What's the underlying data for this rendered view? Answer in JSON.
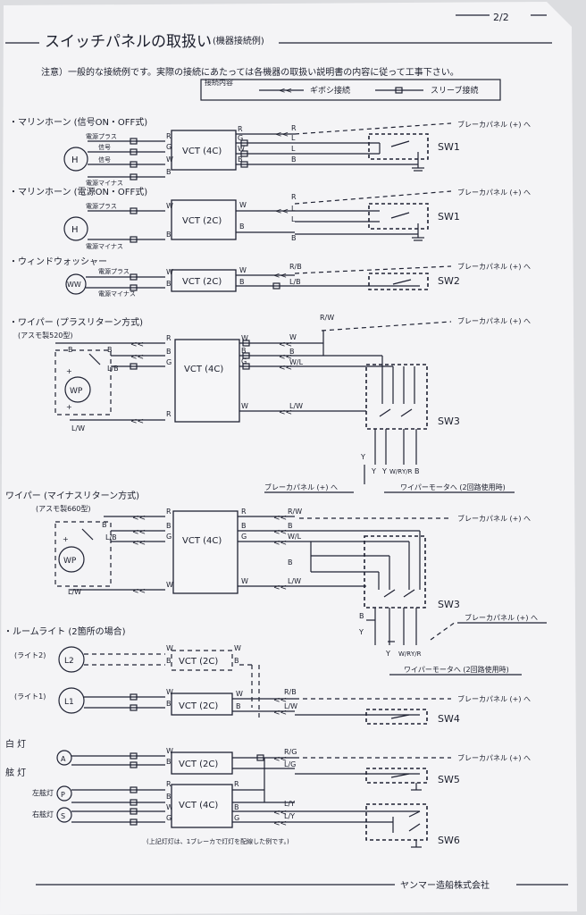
{
  "header": {
    "page_number": "2/2",
    "title": "スイッチパネルの取扱い",
    "subtitle": "(機器接続例)",
    "note": "注意）一般的な接続例です。実際の接続にあたっては各機器の取扱い説明書の内容に従って工事下さい。"
  },
  "legend": {
    "title": "接続内容",
    "gibosi_label": "ギボシ接続",
    "sleeve_label": "スリーブ接続"
  },
  "common": {
    "breaker": "ブレーカパネル (+) へ",
    "vct4": "VCT (4C)",
    "vct2": "VCT (2C)"
  },
  "sections": {
    "horn1": {
      "title": "・マリンホーン (信号ON・OFF式)",
      "dev": "H",
      "labels": [
        "電源プラス",
        "信号",
        "信号",
        "電源マイナス"
      ],
      "sw": "SW1"
    },
    "horn2": {
      "title": "・マリンホーン (電源ON・OFF式)",
      "dev": "H",
      "labels": [
        "電源プラス",
        "電源マイナス"
      ],
      "sw": "SW1"
    },
    "washer": {
      "title": "・ウィンドウォッシャー",
      "dev": "WW",
      "labels": [
        "電源プラス",
        "電源マイナス"
      ],
      "sw": "SW2"
    },
    "wiper1": {
      "title": "・ワイパー (プラスリターン方式)",
      "model": "(アスモ製520型)",
      "dev": "WP",
      "sw": "SW3",
      "motor": "ワイパーモータへ (2回路使用時)",
      "breaker2": "ブレーカパネル (+) へ"
    },
    "wiper2": {
      "title": "ワイパー (マイナスリターン方式)",
      "model": "(アスモ製660型)",
      "dev": "WP",
      "sw": "SW3",
      "motor": "ワイパーモータへ (2回路使用時)",
      "breaker2": "ブレーカパネル (+) へ"
    },
    "room": {
      "title": "・ルームライト (2箇所の場合)",
      "light2": "(ライト2)",
      "light1": "(ライト1)",
      "dev2": "L2",
      "dev1": "L1",
      "sw": "SW4"
    },
    "white": {
      "title": "白  灯",
      "dev": "A",
      "sw": "SW5"
    },
    "nav": {
      "title": "舷  灯",
      "left": "左舷灯",
      "right": "右舷灯",
      "dev_left": "P",
      "dev_right": "S",
      "sw": "SW6",
      "note": "(上記灯灯は、1ブレーカで灯灯を配線した例です。)"
    }
  },
  "wires": {
    "R": "R",
    "G": "G",
    "W": "W",
    "B": "B",
    "L": "L",
    "Y": "Y",
    "RB": "R/B",
    "LB": "L/B",
    "RW": "R/W",
    "WL": "W/L",
    "LW": "L/W",
    "RG": "R/G",
    "LG": "L/G",
    "LY": "L/Y",
    "YR": "Y/R",
    "WR": "W/R"
  },
  "footer": {
    "company": "ヤンマー造船株式会社"
  }
}
